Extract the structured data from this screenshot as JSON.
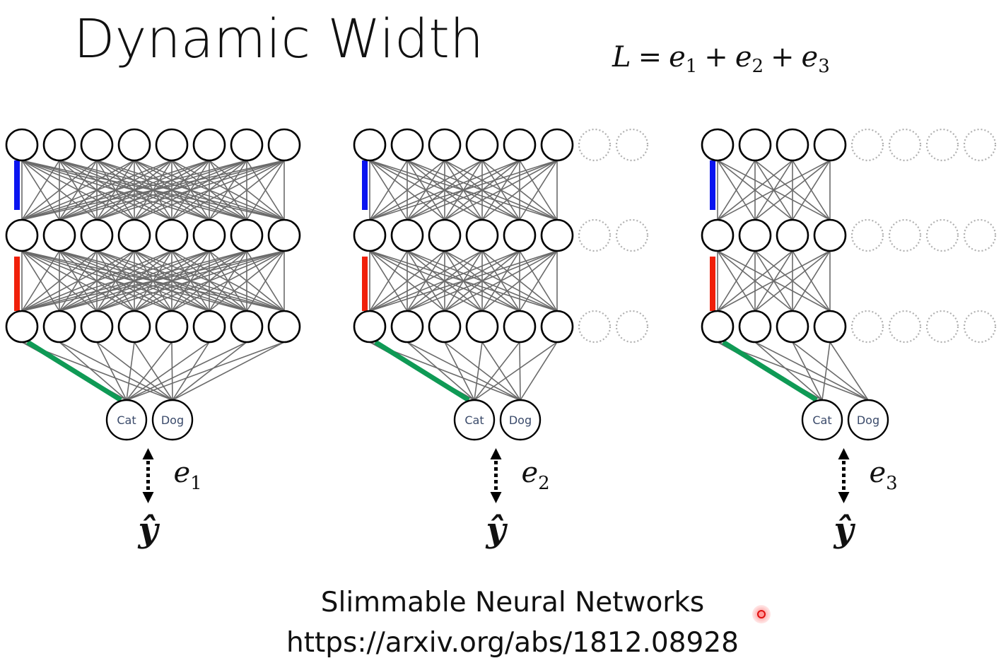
{
  "slide": {
    "title": "Dynamic Width",
    "equation": {
      "lhs": "L",
      "equals": "=",
      "terms": [
        {
          "base": "e",
          "sub": "1"
        },
        {
          "base": "e",
          "sub": "2"
        },
        {
          "base": "e",
          "sub": "3"
        }
      ],
      "operator": "+"
    },
    "footer": {
      "paper_title": "Slimmable Neural Networks",
      "link": "https://arxiv.org/abs/1812.08928"
    }
  },
  "networks": [
    {
      "name": "full-width",
      "active_units": 8,
      "total_units": 8,
      "hidden_layers": 3,
      "outputs": [
        "Cat",
        "Dog"
      ],
      "error_label": {
        "base": "e",
        "sub": "1"
      },
      "target_label": "ŷ"
    },
    {
      "name": "three-quarter-width",
      "active_units": 6,
      "total_units": 8,
      "hidden_layers": 3,
      "outputs": [
        "Cat",
        "Dog"
      ],
      "error_label": {
        "base": "e",
        "sub": "2"
      },
      "target_label": "ŷ"
    },
    {
      "name": "half-width",
      "active_units": 4,
      "total_units": 8,
      "hidden_layers": 3,
      "outputs": [
        "Cat",
        "Dog"
      ],
      "error_label": {
        "base": "e",
        "sub": "3"
      },
      "target_label": "ŷ"
    }
  ],
  "colors": {
    "edge": "#6b6b6b",
    "node_stroke": "#000000",
    "inactive_node": "#b0b0b0",
    "highlight_layer1": "#0a14f0",
    "highlight_layer2": "#f0200a",
    "highlight_output": "#0f9a55",
    "output_text": "#3a4a6a",
    "pointer": "#e01010"
  }
}
